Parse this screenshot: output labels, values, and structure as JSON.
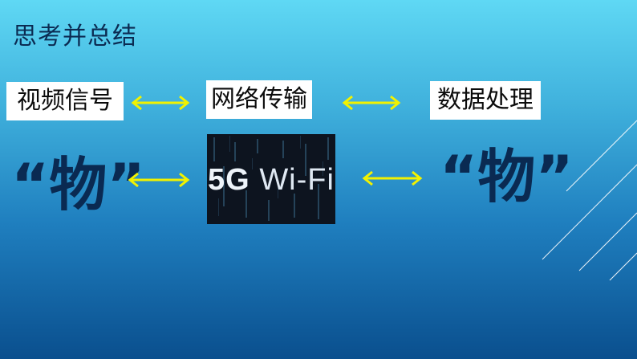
{
  "slide": {
    "title": "思考并总结",
    "boxes": [
      "视频信号",
      "网络传输",
      "数据处理"
    ],
    "object_left": "“物”",
    "object_right": "“物”",
    "wifi_image": {
      "part1": "5G",
      "part2": "Wi-Fi"
    }
  },
  "colors": {
    "background_top": "#5fd8f4",
    "background_bottom": "#0a4f8e",
    "arrow": "#f2f200",
    "text_dark": "#0a2a52"
  }
}
